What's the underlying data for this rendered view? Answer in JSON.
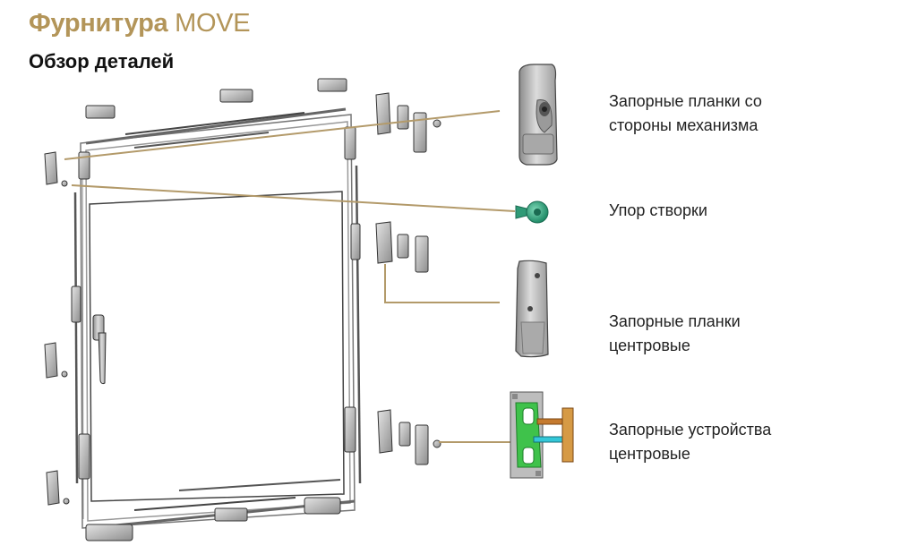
{
  "header": {
    "title_bold": "Фурнитура",
    "title_light": "MOVE",
    "subtitle": "Обзор деталей"
  },
  "labels": [
    {
      "lines": [
        "Запорные планки со",
        "стороны механизма"
      ]
    },
    {
      "lines": [
        "Упор створки"
      ]
    },
    {
      "lines": [
        "Запорные планки",
        "центровые"
      ]
    },
    {
      "lines": [
        "Запорные устройства",
        "центровые"
      ]
    }
  ],
  "colors": {
    "title": "#b39559",
    "leader_line": "#b39a6a",
    "metal": "#b8b8b8",
    "stop_green": "#3aaa86",
    "lock_green": "#3fc24b",
    "lock_copper": "#c57a2f",
    "lock_cyan": "#33c7d8"
  }
}
